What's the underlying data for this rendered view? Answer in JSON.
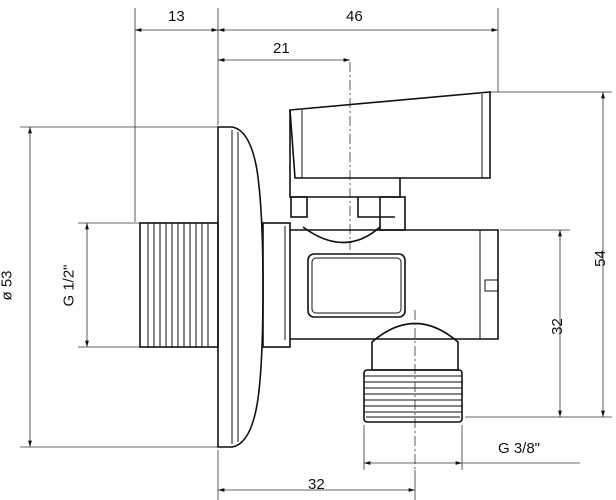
{
  "title": "Angle valve technical drawing",
  "dimensions": {
    "d13": "13",
    "d46": "46",
    "d21": "21",
    "d53": "ø 53",
    "g12": "G 1/2\"",
    "d54": "54",
    "d32v": "32",
    "g38": "G 3/8\"",
    "d32h": "32"
  }
}
